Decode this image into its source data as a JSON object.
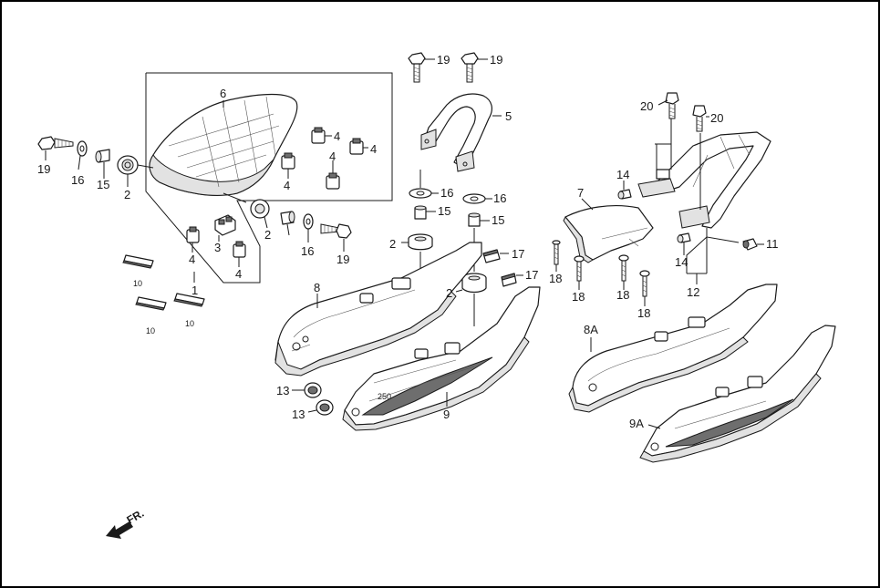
{
  "labels": {
    "l1": "1",
    "l2a": "2",
    "l2b": "2",
    "l2c": "2",
    "l2d": "2",
    "l3": "3",
    "l4a": "4",
    "l4b": "4",
    "l4c": "4",
    "l4d": "4",
    "l4e": "4",
    "l4f": "4",
    "l5": "5",
    "l6": "6",
    "l7": "7",
    "l8": "8",
    "l8a": "8A",
    "l9": "9",
    "l9a": "9A",
    "l10a": "10",
    "l10b": "10",
    "l10c": "10",
    "l11": "11",
    "l12": "12",
    "l13a": "13",
    "l13b": "13",
    "l14a": "14",
    "l14b": "14",
    "l15a": "15",
    "l15b": "15",
    "l15c": "15",
    "l16a": "16",
    "l16b": "16",
    "l16c": "16",
    "l16d": "16",
    "l17a": "17",
    "l17b": "17",
    "l18a": "18",
    "l18b": "18",
    "l18c": "18",
    "l18d": "18",
    "l19a": "19",
    "l19b": "19",
    "l19c": "19",
    "l19d": "19",
    "l20a": "20",
    "l20b": "20"
  },
  "direction": "FR.",
  "stripe_logo": "250",
  "colors": {
    "line": "#1a1a1a",
    "shade": "#e2e2e2",
    "dark": "#6e6e6e",
    "frame": "#000000"
  }
}
